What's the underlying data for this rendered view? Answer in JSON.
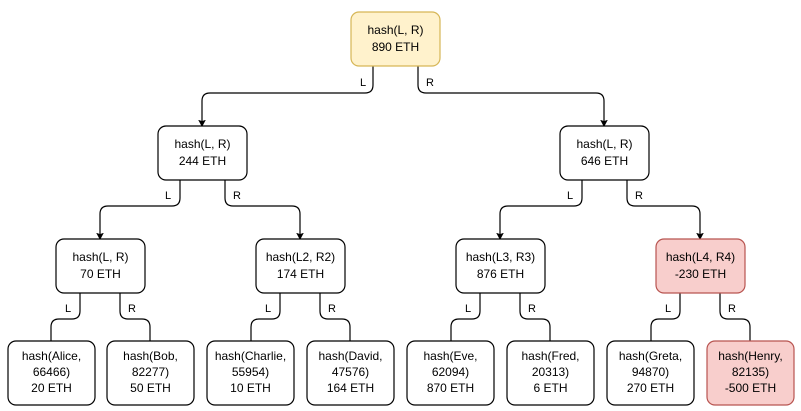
{
  "diagram": {
    "type": "merkle-tree",
    "title": "",
    "colors": {
      "normal_fill": "#ffffff",
      "normal_stroke": "#000000",
      "root_fill": "#fff2cc",
      "root_stroke": "#d6b656",
      "error_fill": "#f8cecc",
      "error_stroke": "#b85450",
      "edge": "#000000",
      "text": "#000000",
      "background": "#ffffff"
    },
    "edge_labels": {
      "left": "L",
      "right": "R"
    },
    "nodes": {
      "root": {
        "line1": "hash(L, R)",
        "line2": "890 ETH",
        "style": "root"
      },
      "l1_left": {
        "line1": "hash(L, R)",
        "line2": "244 ETH",
        "style": "normal"
      },
      "l1_right": {
        "line1": "hash(L, R)",
        "line2": "646 ETH",
        "style": "normal"
      },
      "l2_a": {
        "line1": "hash(L, R)",
        "line2": "70 ETH",
        "style": "normal"
      },
      "l2_b": {
        "line1": "hash(L2, R2)",
        "line2": "174 ETH",
        "style": "normal"
      },
      "l2_c": {
        "line1": "hash(L3, R3)",
        "line2": "876 ETH",
        "style": "normal"
      },
      "l2_d": {
        "line1": "hash(L4, R4)",
        "line2": "-230 ETH",
        "style": "error"
      },
      "leaf_alice": {
        "line1": "hash(Alice,",
        "line2": "66466)",
        "line3": "20 ETH",
        "style": "normal"
      },
      "leaf_bob": {
        "line1": "hash(Bob,",
        "line2": "82277)",
        "line3": "50 ETH",
        "style": "normal"
      },
      "leaf_charlie": {
        "line1": "hash(Charlie,",
        "line2": "55954)",
        "line3": "10 ETH",
        "style": "normal"
      },
      "leaf_david": {
        "line1": "hash(David,",
        "line2": "47576)",
        "line3": "164 ETH",
        "style": "normal"
      },
      "leaf_eve": {
        "line1": "hash(Eve,",
        "line2": "62094)",
        "line3": "870 ETH",
        "style": "normal"
      },
      "leaf_fred": {
        "line1": "hash(Fred,",
        "line2": "20313)",
        "line3": "6 ETH",
        "style": "normal"
      },
      "leaf_greta": {
        "line1": "hash(Greta,",
        "line2": "94870)",
        "line3": "270 ETH",
        "style": "normal"
      },
      "leaf_henry": {
        "line1": "hash(Henry,",
        "line2": "82135)",
        "line3": "-500 ETH",
        "style": "error"
      }
    }
  }
}
